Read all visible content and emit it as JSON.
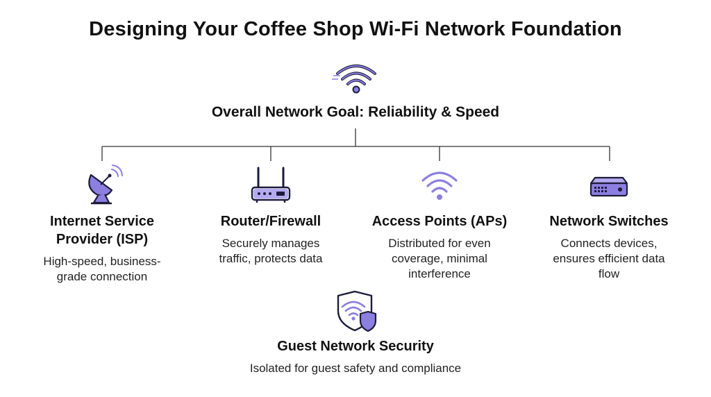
{
  "title": "Designing Your Coffee Shop Wi-Fi Network Foundation",
  "goal": {
    "icon": "wifi-signal-icon",
    "label": "Overall Network Goal: Reliability & Speed"
  },
  "nodes": [
    {
      "icon": "satellite-dish-icon",
      "heading_line1": "Internet Service",
      "heading_line2": "Provider (ISP)",
      "desc_line1": "High-speed, business-",
      "desc_line2": "grade connection"
    },
    {
      "icon": "router-icon",
      "heading_line1": "Router/Firewall",
      "desc_line1": "Securely manages",
      "desc_line2": "traffic, protects data"
    },
    {
      "icon": "wifi-icon",
      "heading_line1": "Access Points (APs)",
      "desc_line1": "Distributed for even",
      "desc_line2": "coverage, minimal",
      "desc_line3": "interference"
    },
    {
      "icon": "network-switch-icon",
      "heading_line1": "Network Switches",
      "desc_line1": "Connects devices,",
      "desc_line2": "ensures efficient data",
      "desc_line3": "flow"
    }
  ],
  "security": {
    "icon": "shield-wifi-icon",
    "heading": "Guest Network Security",
    "desc": "Isolated for guest safety and compliance"
  },
  "colors": {
    "accent": "#7b6fd6",
    "accent_dark": "#1c1b3a",
    "line": "#333333"
  }
}
